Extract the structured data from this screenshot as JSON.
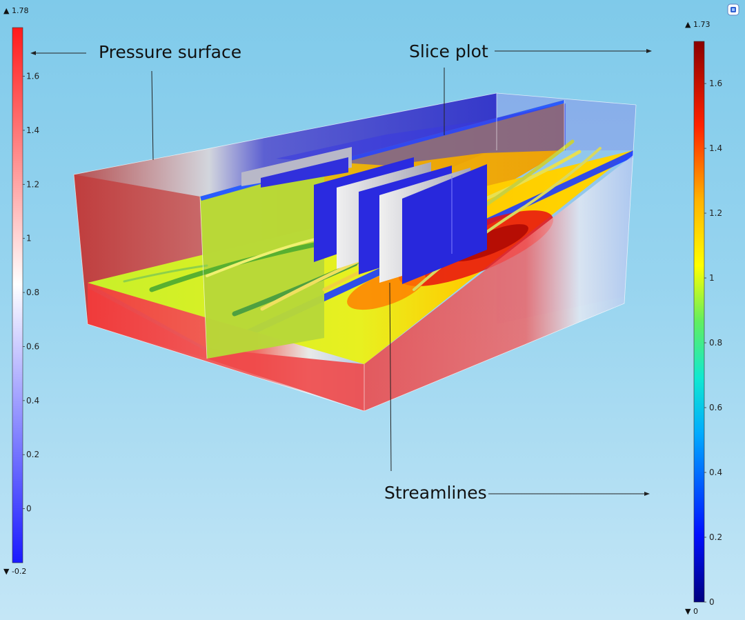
{
  "annotations": {
    "pressure_surface": "Pressure surface",
    "slice_plot": "Slice plot",
    "streamlines": "Streamlines"
  },
  "legend_left": {
    "max_label": "▲ 1.78",
    "min_label": "▼ -0.2",
    "min": -0.2,
    "max": 1.78,
    "ticks": [
      0,
      0.2,
      0.4,
      0.6,
      0.8,
      1,
      1.2,
      1.4,
      1.6
    ],
    "colors": [
      "#1a1aff",
      "#ffffff",
      "#ff1a1a"
    ]
  },
  "legend_right": {
    "max_label": "▲ 1.73",
    "min_label": "▼ 0",
    "min": 0,
    "max": 1.73,
    "ticks": [
      0,
      0.2,
      0.4,
      0.6,
      0.8,
      1,
      1.2,
      1.4,
      1.6
    ],
    "colors": [
      "#00007f",
      "#0033ff",
      "#00ccff",
      "#22e0a0",
      "#b5e61d",
      "#ffff00",
      "#ff9900",
      "#ff1a00",
      "#8b0000"
    ]
  },
  "icons": {
    "view_cube": "view-cube-icon"
  },
  "colors": {
    "background_top": "#7fcaea",
    "background_bottom": "#c4e6f6",
    "pressure_high": "#ff1a1a",
    "pressure_low": "#1a1aff",
    "plate_blue": "#2222e0"
  }
}
